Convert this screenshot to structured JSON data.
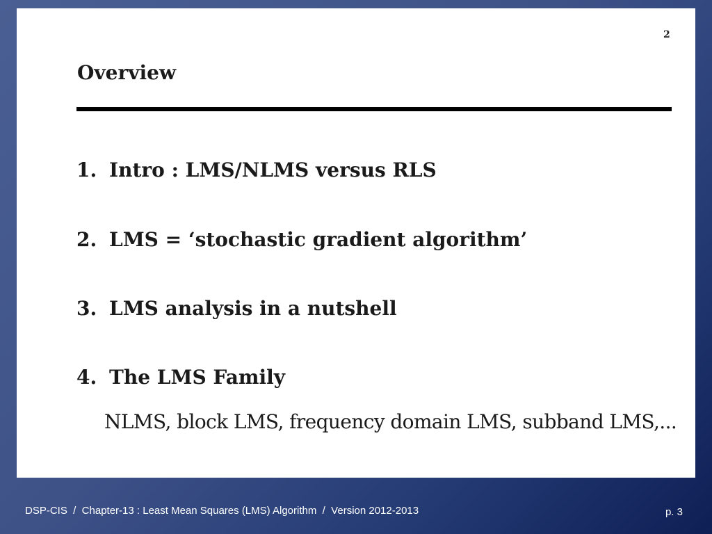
{
  "slide": {
    "page_number": "2",
    "title": "Overview",
    "items": [
      {
        "number": "1.",
        "text": "Intro : LMS/NLMS versus RLS"
      },
      {
        "number": "2.",
        "text": "LMS = ‘stochastic gradient algorithm’"
      },
      {
        "number": "3.",
        "text": "LMS analysis in a nutshell"
      },
      {
        "number": "4.",
        "text": "The LMS Family"
      }
    ],
    "subitem": "NLMS, block LMS, frequency domain LMS, subband LMS,..."
  },
  "footer": {
    "text": "DSP-CIS  /  Chapter-13 : Least Mean Squares (LMS) Algorithm  /  Version 2012-2013",
    "page": "p. 3"
  }
}
